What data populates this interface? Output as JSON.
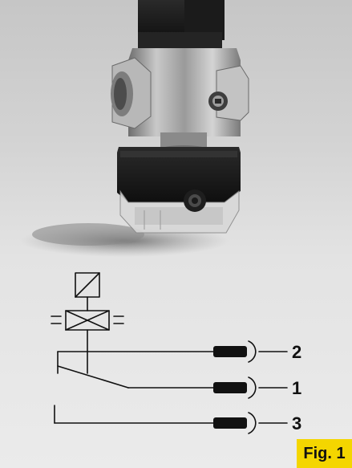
{
  "figure": {
    "caption": "Fig. 1",
    "colors": {
      "caption_background": "#f4d600",
      "line": "#111111",
      "plug": "#111111"
    }
  },
  "schematic": {
    "terminals": [
      {
        "label": "2"
      },
      {
        "label": "1"
      },
      {
        "label": "3"
      }
    ]
  }
}
